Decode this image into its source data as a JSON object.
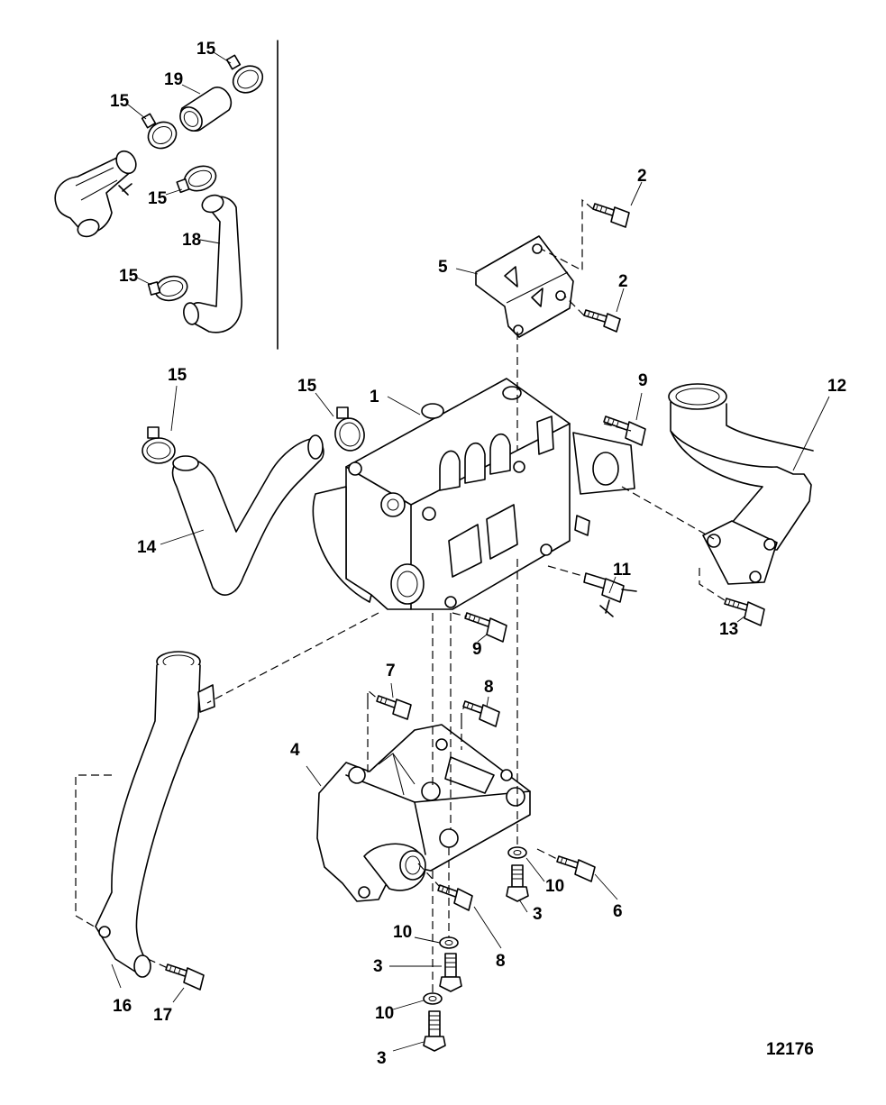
{
  "figure_number": "12176",
  "callouts": {
    "c1": "1",
    "c2a": "2",
    "c2b": "2",
    "c3a": "3",
    "c3b": "3",
    "c3c": "3",
    "c4": "4",
    "c5": "5",
    "c6": "6",
    "c7": "7",
    "c8a": "8",
    "c8b": "8",
    "c9a": "9",
    "c9b": "9",
    "c10a": "10",
    "c10b": "10",
    "c10c": "10",
    "c11": "11",
    "c12": "12",
    "c13": "13",
    "c14": "14",
    "c15a": "15",
    "c15b": "15",
    "c15c": "15",
    "c15d": "15",
    "c15e": "15",
    "c15f": "15",
    "c16": "16",
    "c17": "17",
    "c18": "18",
    "c19": "19"
  }
}
